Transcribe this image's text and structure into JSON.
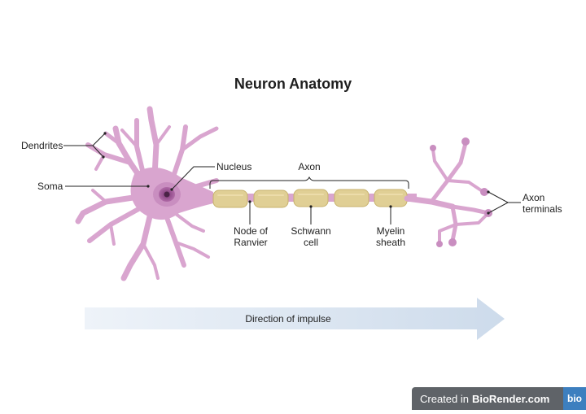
{
  "title": "Neuron Anatomy",
  "labels": {
    "dendrites": "Dendrites",
    "soma": "Soma",
    "nucleus": "Nucleus",
    "axon": "Axon",
    "node_of_ranvier": "Node of Ranvier",
    "schwann_cell": "Schwann cell",
    "myelin_sheath": "Myelin sheath",
    "axon_terminals": "Axon terminals"
  },
  "impulse_direction": "Direction of impulse",
  "watermark": {
    "prefix": "Created in",
    "brand": "BioRender.com",
    "badge": "bio"
  },
  "colors": {
    "neuron": "#d9a5cf",
    "neuron_dark": "#c98ec0",
    "nucleus": "#a65d9e",
    "myelin": "#e0cf95",
    "myelin_edge": "#c7b26c",
    "arrow": "#dde8f3"
  }
}
